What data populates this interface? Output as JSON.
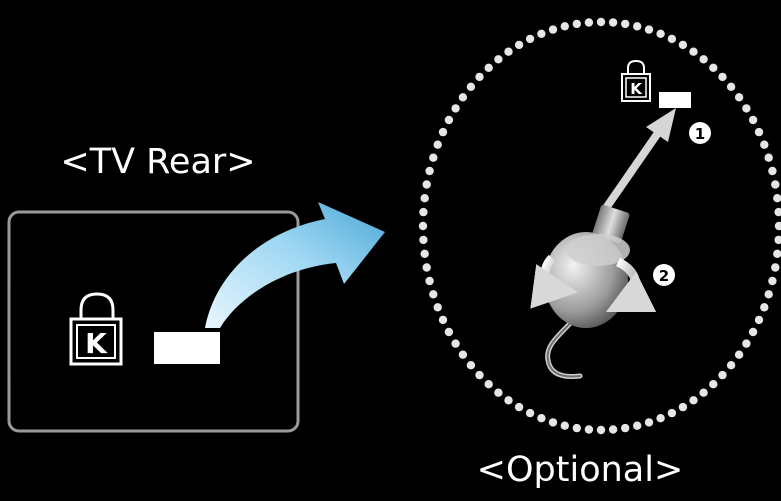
{
  "labels": {
    "tv_rear": "<TV Rear>",
    "optional": "<Optional>"
  },
  "icons": {
    "lock_letter": "K",
    "kensington_lock": "kensington-lock-icon",
    "lock_slot": "lock-slot",
    "arrow": "curved-arrow-icon",
    "cable_lock": "cable-lock-icon"
  },
  "steps": [
    {
      "marker": "1",
      "icon": "step-1-badge"
    },
    {
      "marker": "2",
      "icon": "step-2-badge"
    }
  ],
  "colors": {
    "background": "#000000",
    "panel_border": "#9a9a9a",
    "arrow_light": "#e8f6ff",
    "arrow_mid": "#9fd7f3",
    "arrow_dark": "#4aa7d6",
    "dots": "#e6e6e6",
    "text": "#ffffff"
  }
}
